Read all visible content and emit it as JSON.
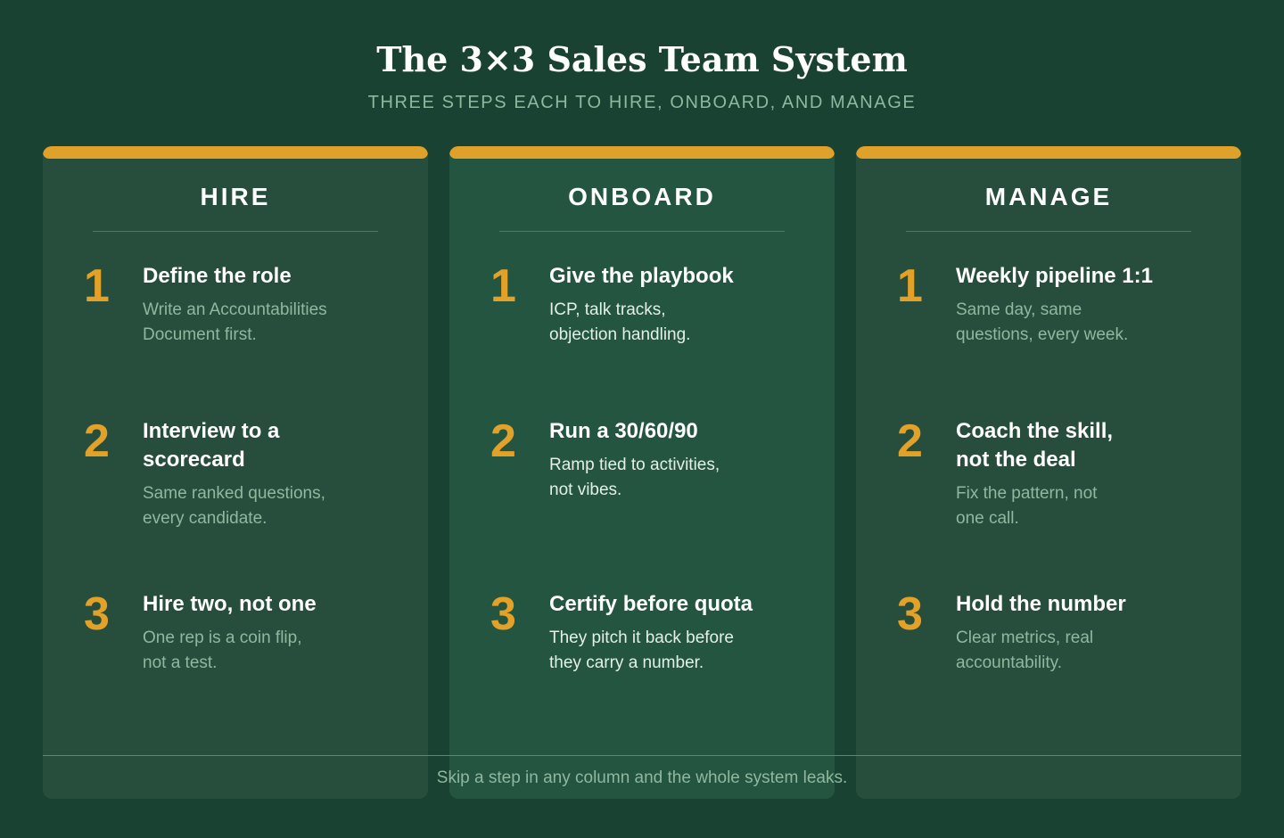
{
  "title": "The 3×3 Sales Team System",
  "subtitle": "THREE STEPS EACH TO HIRE, ONBOARD, AND MANAGE",
  "colors": {
    "background": "#1a4232",
    "accent": "#e0a12a",
    "muted_text": "#8fb89e"
  },
  "columns": [
    {
      "title": "HIRE",
      "steps": [
        {
          "number": "1",
          "heading_lines": [
            "Define the role"
          ],
          "desc_lines": [
            "Write an Accountabilities",
            "Document first."
          ]
        },
        {
          "number": "2",
          "heading_lines": [
            "Interview to a",
            "scorecard"
          ],
          "desc_lines": [
            "Same ranked questions,",
            "every candidate."
          ]
        },
        {
          "number": "3",
          "heading_lines": [
            "Hire two, not one"
          ],
          "desc_lines": [
            "One rep is a coin flip,",
            "not a test."
          ]
        }
      ]
    },
    {
      "title": "ONBOARD",
      "steps": [
        {
          "number": "1",
          "heading_lines": [
            "Give the playbook"
          ],
          "desc_lines": [
            "ICP, talk tracks,",
            "objection handling."
          ]
        },
        {
          "number": "2",
          "heading_lines": [
            "Run a 30/60/90"
          ],
          "desc_lines": [
            "Ramp tied to activities,",
            "not vibes."
          ]
        },
        {
          "number": "3",
          "heading_lines": [
            "Certify before quota"
          ],
          "desc_lines": [
            "They pitch it back before",
            "they carry a number."
          ]
        }
      ]
    },
    {
      "title": "MANAGE",
      "steps": [
        {
          "number": "1",
          "heading_lines": [
            "Weekly pipeline 1:1"
          ],
          "desc_lines": [
            "Same day, same",
            "questions, every week."
          ]
        },
        {
          "number": "2",
          "heading_lines": [
            "Coach the skill,",
            "not the deal"
          ],
          "desc_lines": [
            "Fix the pattern, not",
            "one call."
          ]
        },
        {
          "number": "3",
          "heading_lines": [
            "Hold the number"
          ],
          "desc_lines": [
            "Clear metrics, real",
            "accountability."
          ]
        }
      ]
    }
  ],
  "footer": "Skip a step in any column and the whole system leaks."
}
